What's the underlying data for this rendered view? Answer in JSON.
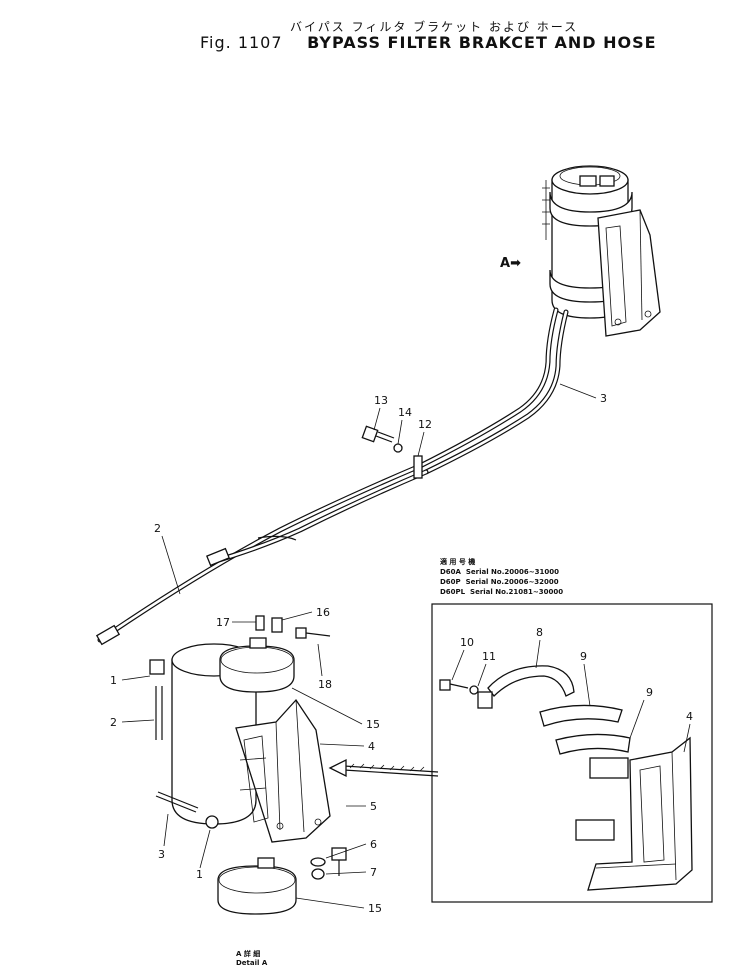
{
  "header": {
    "japanese_title": "バイパス フィルタ ブラケット および ホース",
    "figure_label": "Fig. 1107",
    "english_title": "BYPASS FILTER BRAKCET AND HOSE"
  },
  "applicability": {
    "heading": "適 用 号 機",
    "rows": [
      {
        "model": "D60A",
        "serial": "Serial No.20006~31000"
      },
      {
        "model": "D60P",
        "serial": "Serial No.20006~32000"
      },
      {
        "model": "D60PL",
        "serial": "Serial No.21081~30000"
      }
    ]
  },
  "detail_caption": {
    "japanese": "A 詳 細",
    "english": "Detail A"
  },
  "view_marker": "A",
  "callouts": {
    "main": [
      "1",
      "2",
      "3",
      "1",
      "2",
      "3",
      "4",
      "5",
      "6",
      "7",
      "12",
      "13",
      "14",
      "15",
      "15",
      "16",
      "17",
      "18"
    ],
    "detail": [
      "4",
      "8",
      "9",
      "9",
      "10",
      "11"
    ]
  }
}
